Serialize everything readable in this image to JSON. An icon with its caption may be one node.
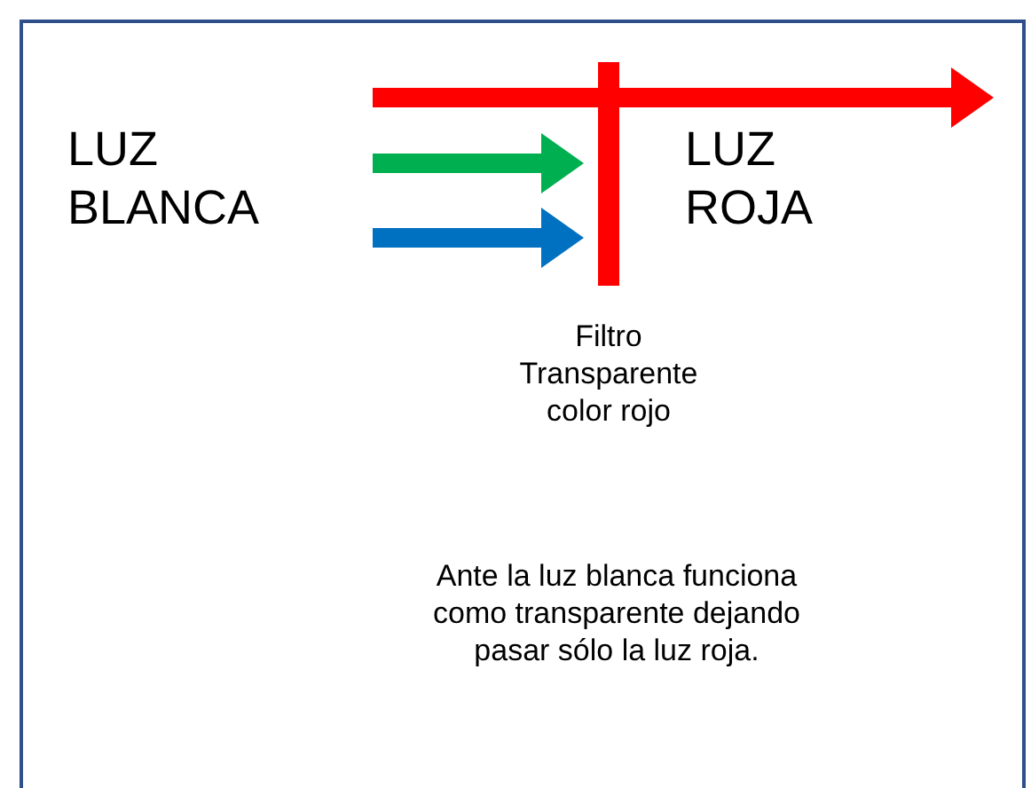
{
  "diagram": {
    "nodes": [
      {
        "text": [
          "LUZ BLANCA"
        ]
      },
      {
        "text": [],
        "shape": "bar",
        "beside": [
          "Filtro Transparente color rojo"
        ]
      },
      {
        "text": [
          "LUZ ROJA"
        ]
      }
    ],
    "edges": [
      {
        "from": null,
        "to": 1,
        "arrow": "none",
        "color": "#ff0000"
      },
      {
        "from": 1,
        "to": null,
        "arrow": "to",
        "color": "#ff0000"
      },
      {
        "from": null,
        "to": 1,
        "arrow": "to",
        "color": "#00b050"
      },
      {
        "from": null,
        "to": 1,
        "arrow": "to",
        "color": "#0070c0"
      }
    ],
    "labels": [
      "Ante la luz blanca funciona como transparente dejando pasar sólo la luz roja."
    ]
  }
}
